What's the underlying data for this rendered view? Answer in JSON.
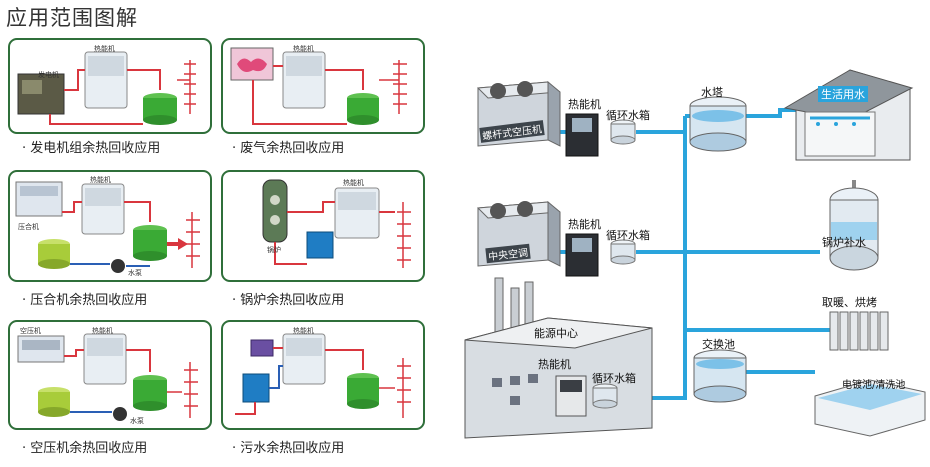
{
  "page_title": "应用范围图解",
  "panels": [
    {
      "caption": "发电机组余热回收应用",
      "labels": {
        "a": "发电机",
        "b": "热能机"
      }
    },
    {
      "caption": "废气余热回收应用",
      "labels": {
        "b": "热能机"
      }
    },
    {
      "caption": "压合机余热回收应用",
      "labels": {
        "a": "压合机",
        "b": "热能机",
        "c": "水泵"
      }
    },
    {
      "caption": "锅炉余热回收应用",
      "labels": {
        "a": "锅炉",
        "b": "热能机"
      }
    },
    {
      "caption": "空压机余热回收应用",
      "labels": {
        "a": "空压机",
        "b": "热能机",
        "c": "水泵"
      }
    },
    {
      "caption": "污水余热回收应用",
      "labels": {
        "b": "热能机"
      }
    }
  ],
  "diagram": {
    "compressor_screw": "螺杆式空压机",
    "heat_machine": "热能机",
    "circ_tank": "循环水箱",
    "water_tower": "水塔",
    "domestic_water": "生活用水",
    "central_ac": "中央空调",
    "boiler_makeup": "锅炉补水",
    "energy_center": "能源中心",
    "heating": "取暖、烘烤",
    "exchange_pool": "交换池",
    "plating_pool": "电镀池/清洗池"
  },
  "colors": {
    "pipe": "#2aa4dc",
    "panel_border": "#2f6f3a",
    "hot_pipe": "#d9363e",
    "tank_green": "#3aaa35"
  }
}
